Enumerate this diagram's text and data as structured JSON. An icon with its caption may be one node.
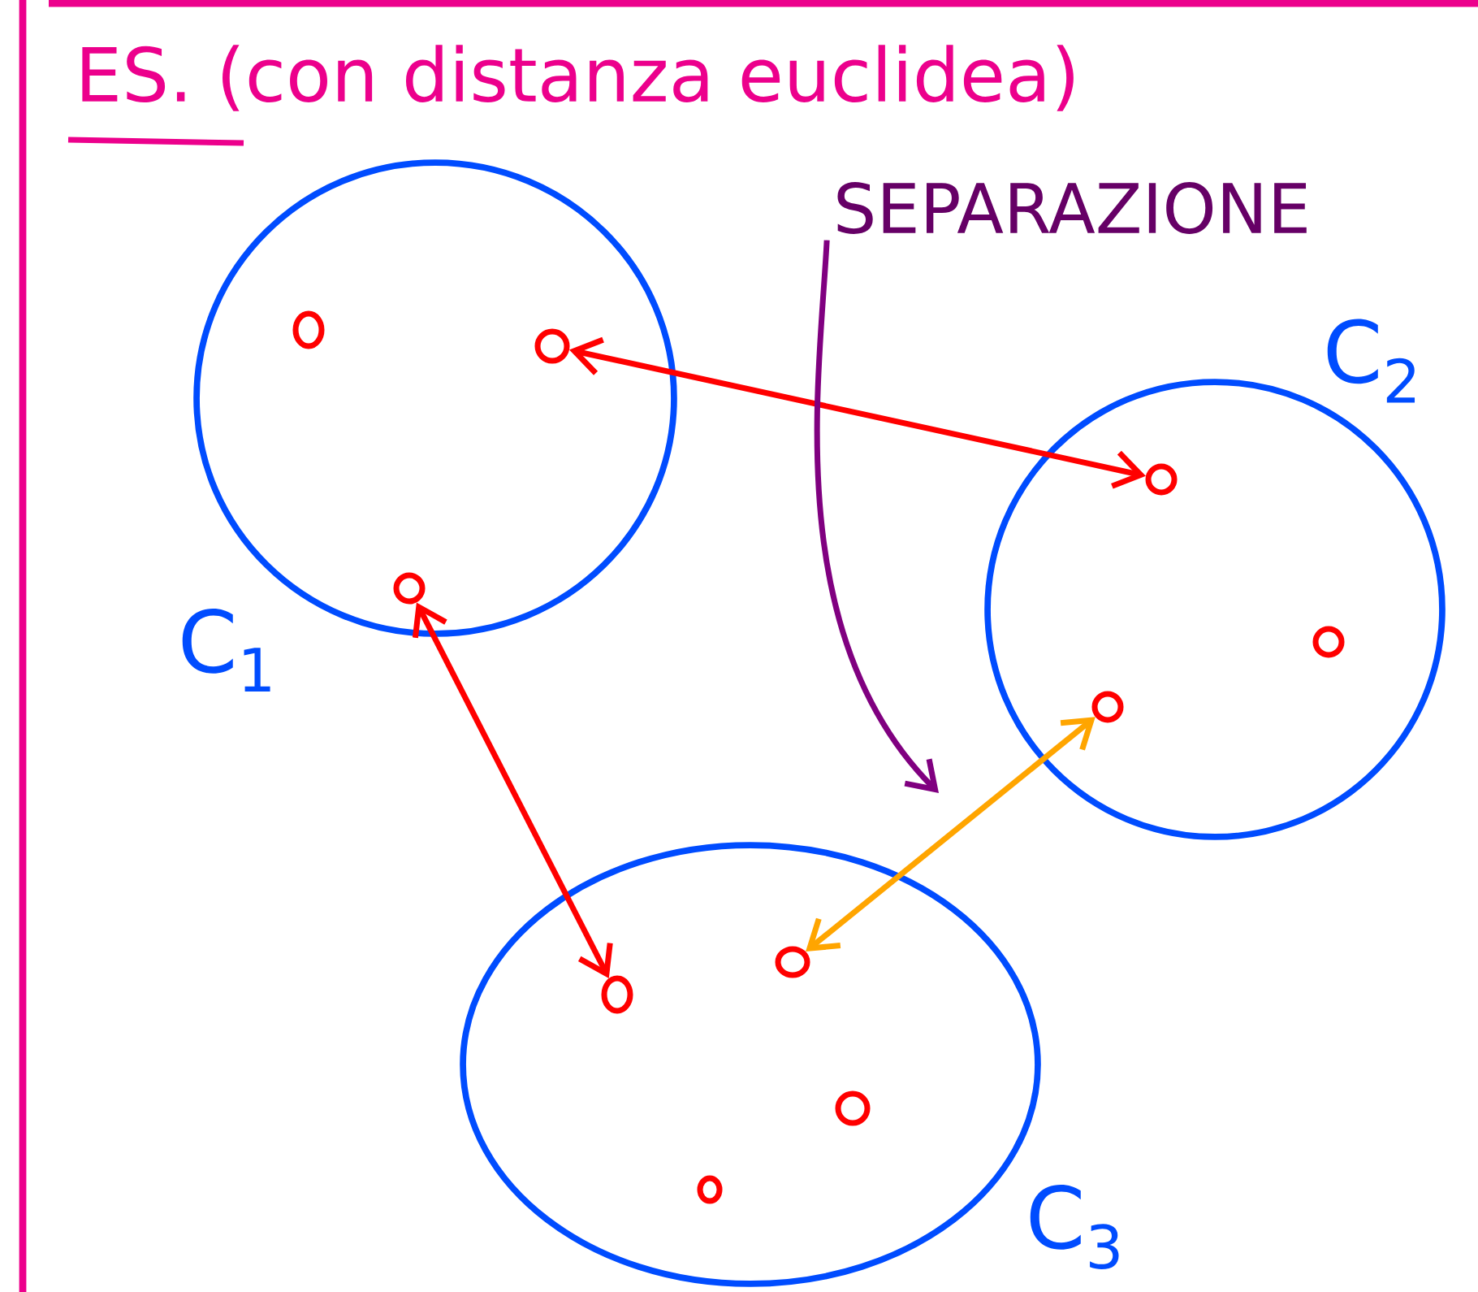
{
  "diagram": {
    "title": "ES. (con distanza euclidea)",
    "nodes": [
      {
        "text": [],
        "shape": "ellipse",
        "beside": [
          "C$_{1}$"
        ]
      },
      {
        "text": [],
        "shape": "circle",
        "in": 0
      },
      {
        "text": [],
        "shape": "circle",
        "in": 0
      },
      {
        "text": [],
        "shape": "circle",
        "in": 0
      },
      {
        "text": [],
        "shape": "ellipse",
        "beside": [
          "C$_{2}$"
        ]
      },
      {
        "text": [],
        "shape": "circle",
        "in": 4
      },
      {
        "text": [],
        "shape": "circle",
        "in": 4
      },
      {
        "text": [],
        "shape": "circle",
        "in": 4
      },
      {
        "text": [],
        "shape": "ellipse",
        "beside": [
          "C$_{3}$"
        ]
      },
      {
        "text": [],
        "shape": "circle",
        "in": 8
      },
      {
        "text": [],
        "shape": "circle",
        "in": 8
      },
      {
        "text": [],
        "shape": "circle",
        "in": 8
      },
      {
        "text": [],
        "shape": "circle",
        "in": 8
      },
      {
        "text": [
          "SEPARAZIONE"
        ]
      }
    ],
    "edges": [
      {
        "from": 2,
        "to": 5,
        "arrow": "both",
        "color": "#ff0000"
      },
      {
        "from": 3,
        "to": 9,
        "arrow": "both",
        "color": "#ff0000"
      },
      {
        "from": 7,
        "to": 10,
        "arrow": "both",
        "color": "#ffa500"
      },
      {
        "from": 13,
        "to": null,
        "arrow": "to",
        "color": "#800080"
      }
    ]
  }
}
